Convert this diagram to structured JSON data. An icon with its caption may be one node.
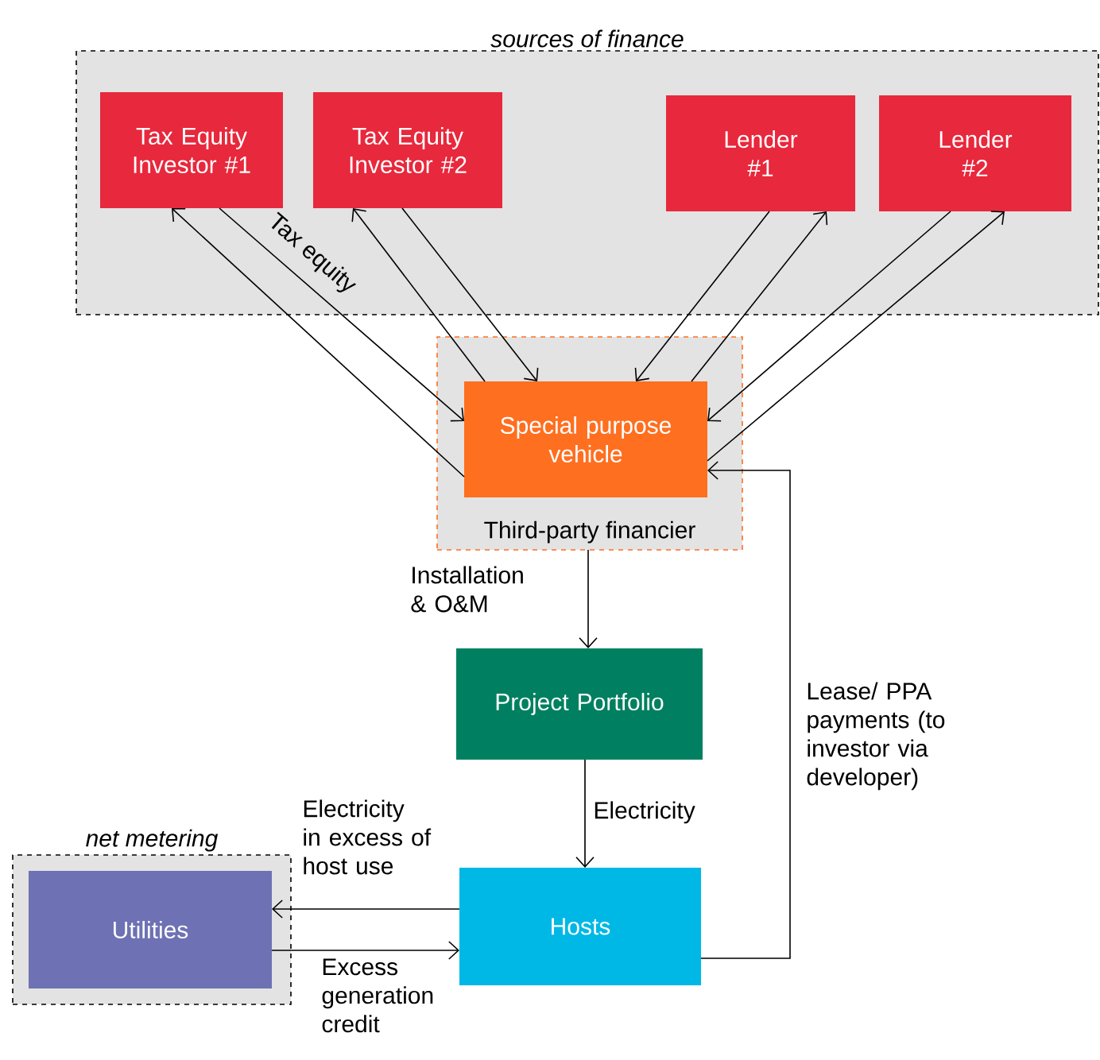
{
  "diagram": {
    "nodes": [
      {
        "text": [
          "sources of finance"
        ]
      },
      {
        "text": [
          "Tax Equity Investor #1"
        ],
        "in": 0
      },
      {
        "text": [
          "Tax Equity Investor #2"
        ],
        "in": 0
      },
      {
        "text": [
          "Lender #1"
        ],
        "in": 0
      },
      {
        "text": [
          "Lender #2"
        ],
        "in": 0
      },
      {
        "text": [
          "Third-party financier"
        ]
      },
      {
        "text": [
          "Special purpose vehicle"
        ],
        "in": 5
      },
      {
        "text": [
          "Project Portfolio"
        ]
      },
      {
        "text": [
          "net metering"
        ]
      },
      {
        "text": [
          "Utilities"
        ],
        "in": 8
      },
      {
        "text": [
          "Hosts"
        ]
      }
    ],
    "edges": [
      {
        "from": 6,
        "to": 1,
        "arrow": "to"
      },
      {
        "from": 1,
        "to": 6,
        "arrow": "to",
        "label": "Tax equity"
      },
      {
        "from": 6,
        "to": 2,
        "arrow": "to"
      },
      {
        "from": 2,
        "to": 6,
        "arrow": "to"
      },
      {
        "from": 3,
        "to": 6,
        "arrow": "to"
      },
      {
        "from": 6,
        "to": 3,
        "arrow": "to"
      },
      {
        "from": 4,
        "to": 6,
        "arrow": "to"
      },
      {
        "from": 6,
        "to": 4,
        "arrow": "to"
      },
      {
        "from": 5,
        "to": 7,
        "arrow": "to",
        "label": "Installation & O&M"
      },
      {
        "from": 7,
        "to": 10,
        "arrow": "to",
        "label": "Electricity"
      },
      {
        "from": 10,
        "to": 9,
        "arrow": "to",
        "label": "Electricity in excess of host use"
      },
      {
        "from": 9,
        "to": 10,
        "arrow": "to",
        "label": "Excess generation credit"
      },
      {
        "from": 10,
        "to": 6,
        "arrow": "to",
        "label": "Lease/ PPA payments (to investor via developer)"
      }
    ]
  }
}
